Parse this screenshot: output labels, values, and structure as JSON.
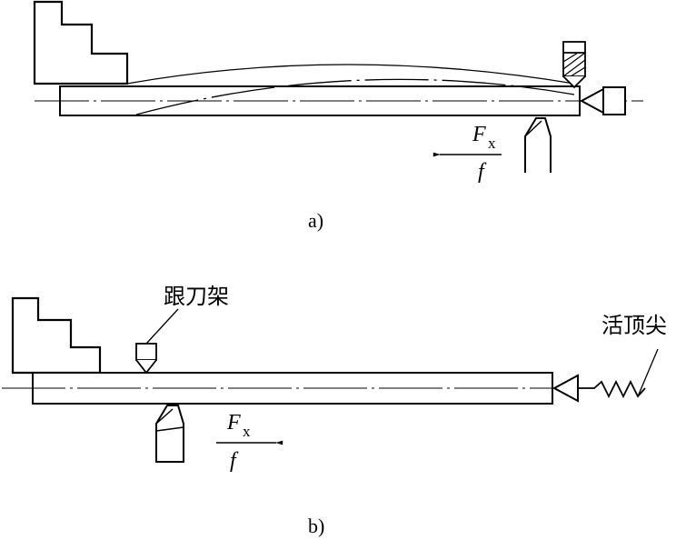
{
  "colors": {
    "line": "#000000",
    "background": "#ffffff"
  },
  "figure_a": {
    "caption": "a)",
    "force_symbol": "F",
    "force_subscript": "x",
    "feed_symbol": "f",
    "feed_arrow_direction": "left"
  },
  "figure_b": {
    "caption": "b)",
    "follower_rest_label": "跟刀架",
    "live_center_label": "活顶尖",
    "force_symbol": "F",
    "force_subscript": "x",
    "feed_symbol": "f",
    "feed_arrow_direction": "right"
  }
}
